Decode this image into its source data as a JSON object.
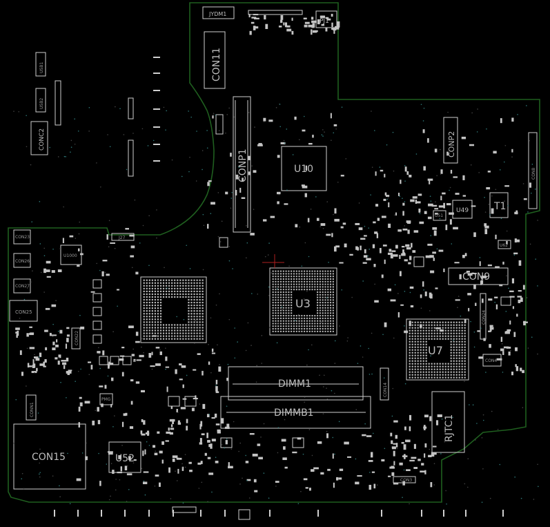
{
  "view": {
    "background": "#000000",
    "outline_color": "#1f5f1f",
    "silk_color": "#cfcfcf"
  },
  "designators": {
    "jydm1": "JYDM1",
    "pj1": "PJ1",
    "con11": "CON11",
    "conp1": "CONP1",
    "u10": "U10",
    "conp2": "CONP2",
    "t1": "T1",
    "u49": "U49",
    "con9": "CON9",
    "u3": "U3",
    "u7": "U7",
    "dimm1": "DIMM1",
    "dimmb1": "DIMMB1",
    "rjtc1": "RJTC1",
    "con15": "CON15",
    "u52": "U52",
    "conc2": "CONC2",
    "con25": "CON25",
    "con4": "CON4",
    "u100": "U1000",
    "con23": "CON23",
    "con26": "CON26",
    "con27": "CON27",
    "j27": "J27",
    "conn1": "CONN1",
    "pmg": "PMG",
    "con3": "CON3",
    "usb2": "USB2",
    "usb1": "USB1",
    "u51": "U51",
    "u62": "U62",
    "con8": "CON8",
    "con14": "CON14",
    "con24": "CON24",
    "con22": "CON22"
  }
}
